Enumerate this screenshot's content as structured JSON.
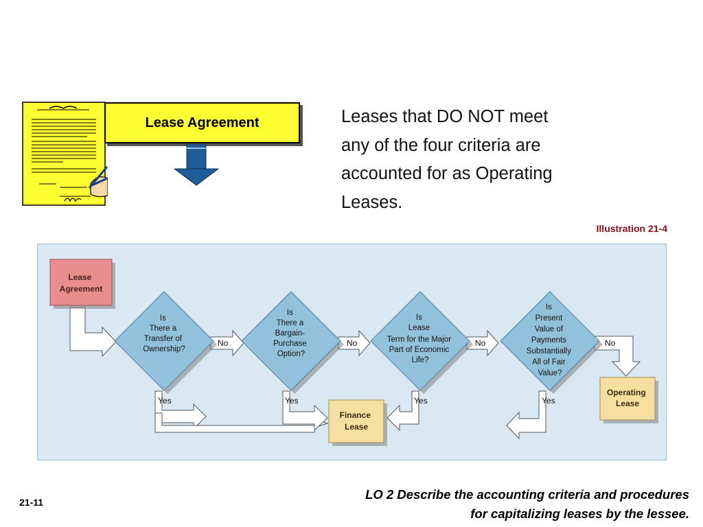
{
  "banner": {
    "label": "Lease Agreement"
  },
  "main_text": {
    "line1": "Leases that DO NOT meet",
    "line2": "any of the four criteria are",
    "line3": "accounted for as Operating",
    "line4": "Leases."
  },
  "illustration_label": "Illustration 21-4",
  "flowchart": {
    "start": [
      "Lease",
      "Agreement"
    ],
    "decisions": [
      [
        "Is",
        "There a",
        "Transfer of",
        "Ownership?"
      ],
      [
        "Is",
        "There a",
        "Bargain-",
        "Purchase",
        "Option?"
      ],
      [
        "Is",
        "Lease",
        "Term for the Major",
        "Part of Economic",
        "Life?"
      ],
      [
        "Is",
        "Present",
        "Value of",
        "Payments",
        "Substantially",
        "All of Fair",
        "Value?"
      ]
    ],
    "no_label": "No",
    "yes_label": "Yes",
    "finance": [
      "Finance",
      "Lease"
    ],
    "operating": [
      "Operating",
      "Lease"
    ]
  },
  "colors": {
    "banner_fill": "#ffff33",
    "panel_bg": "#d9e8f3",
    "start_box": "#e88e8e",
    "decision": "#93c1dc",
    "result_box": "#f6dfa1",
    "illustration_text": "#8b0a12",
    "down_arrow": "#1f5d99"
  },
  "footer": {
    "page_number": "21-11",
    "lo_line1": "LO 2  Describe the accounting criteria and procedures",
    "lo_line2": "for capitalizing leases by the lessee."
  },
  "icons": [
    "document-signing-icon",
    "down-arrow-icon"
  ]
}
